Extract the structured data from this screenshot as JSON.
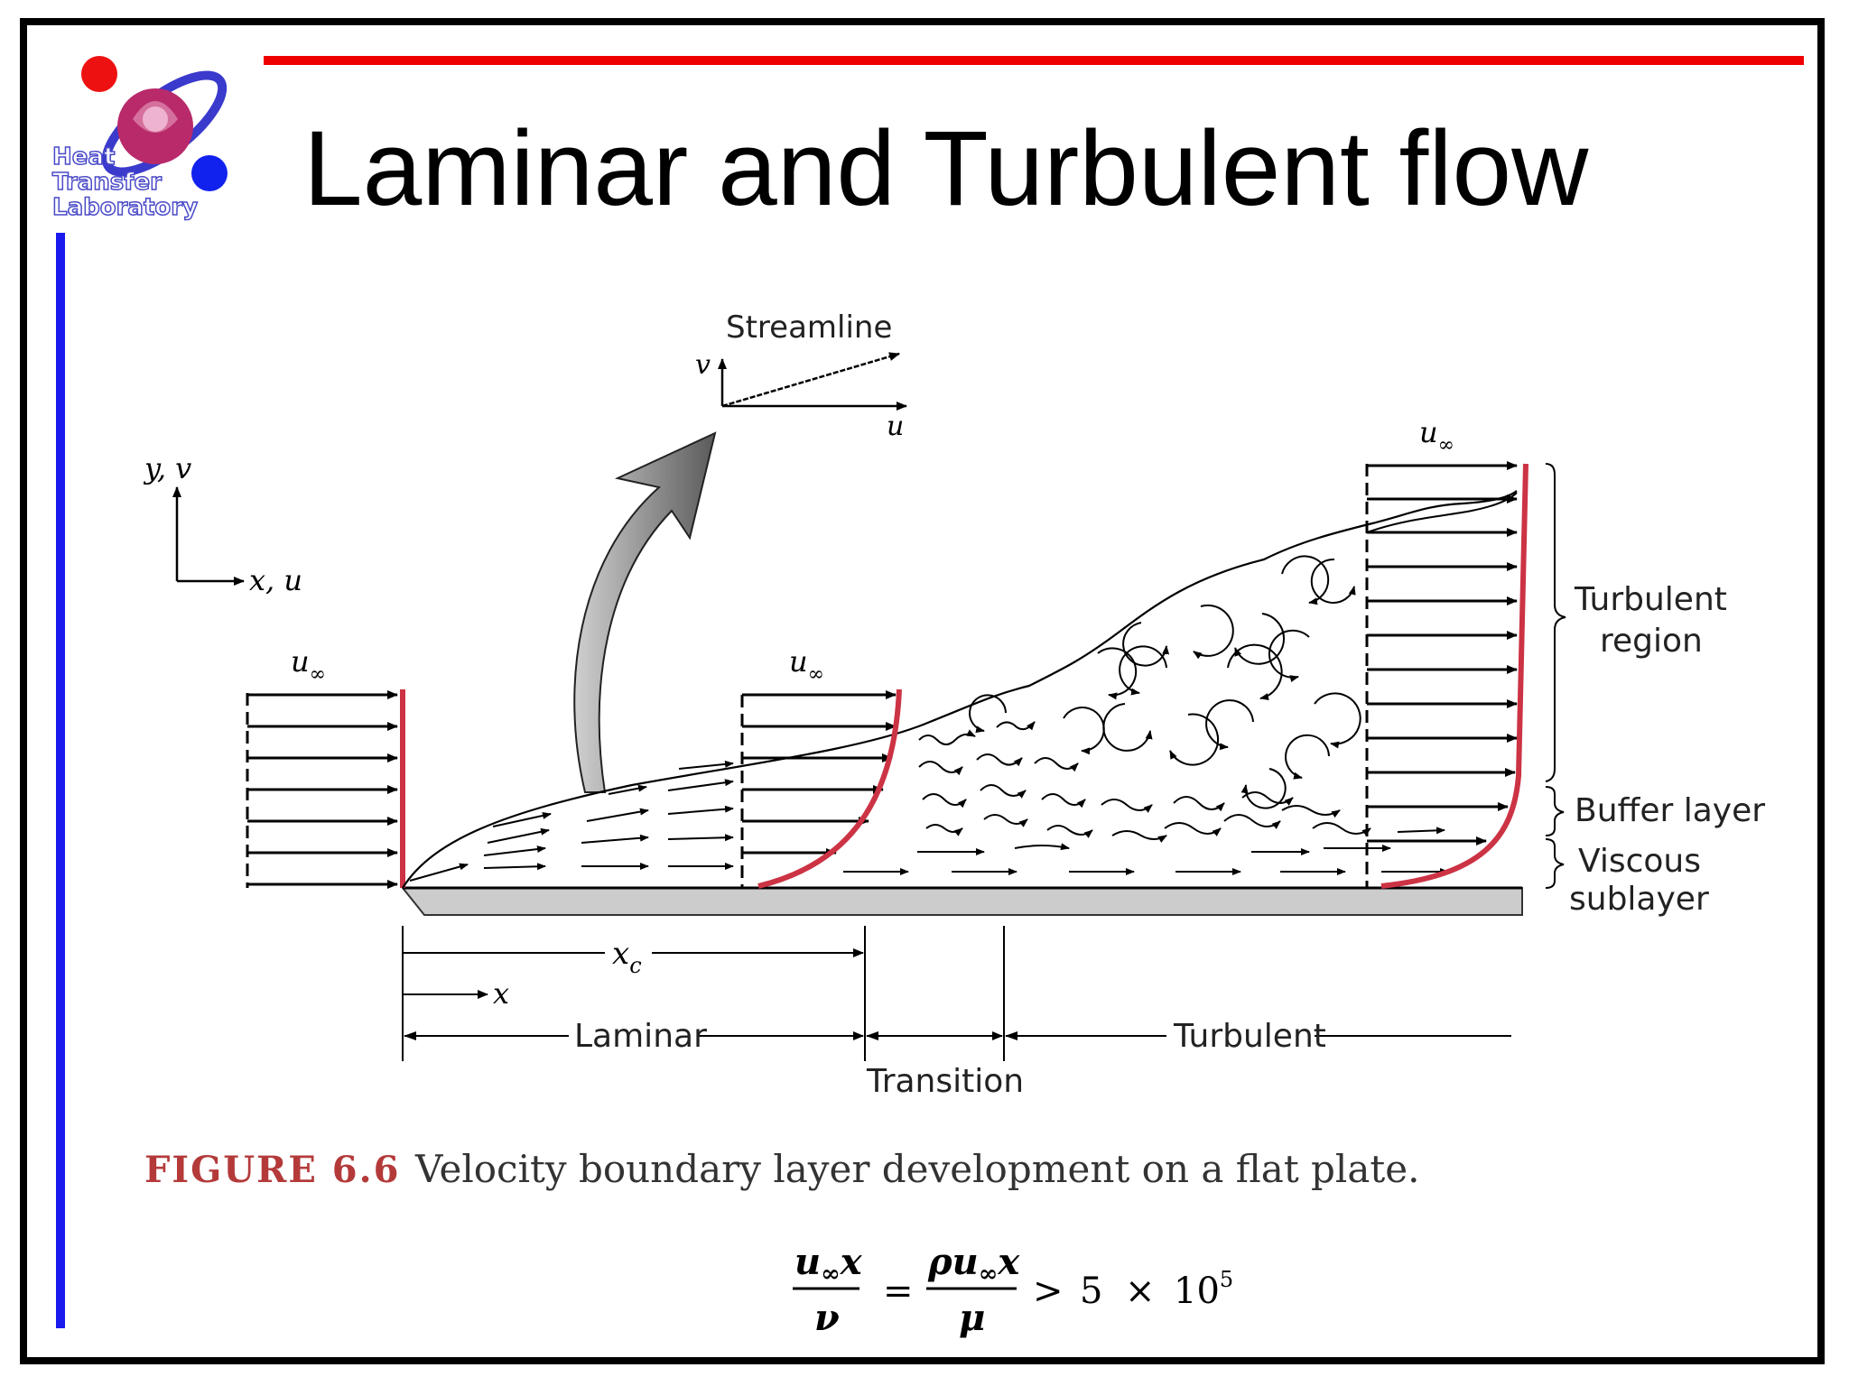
{
  "slide": {
    "title": "Laminar and Turbulent flow",
    "logo_text": [
      "Heat",
      "Transfer",
      "Laboratory"
    ],
    "colors": {
      "red_rule": "#ee0000",
      "blue_rule": "#1a1aee",
      "profile": "#cc3344",
      "plate": "#cccccc",
      "caption_label": "#b43a3a"
    }
  },
  "figure": {
    "streamline_label": "Streamline",
    "streamline_axis_v": "v",
    "streamline_axis_u": "u",
    "axes_y": "y, v",
    "axes_x": "x, u",
    "u_inf": "u",
    "u_inf_sub": "∞",
    "region_turbulent_l1": "Turbulent",
    "region_turbulent_l2": "region",
    "region_buffer": "Buffer layer",
    "region_viscous_l1": "Viscous",
    "region_viscous_l2": "sublayer",
    "dim_xc": "x",
    "dim_xc_sub": "c",
    "dim_x": "x",
    "zone_laminar": "Laminar",
    "zone_transition": "Transition",
    "zone_turbulent": "Turbulent",
    "caption_label": "FIGURE 6.6",
    "caption_text": "Velocity boundary layer development on a flat plate."
  },
  "equation": {
    "lhs_num_u": "u",
    "lhs_num_sub": "∞",
    "lhs_num_x": "x",
    "lhs_den": "ν",
    "equals": "=",
    "rhs_num_rho": "ρu",
    "rhs_num_sub": "∞",
    "rhs_num_x": "x",
    "rhs_den": "μ",
    "gt": ">",
    "value": "5",
    "times": "×",
    "base": "10",
    "exp": "5"
  }
}
